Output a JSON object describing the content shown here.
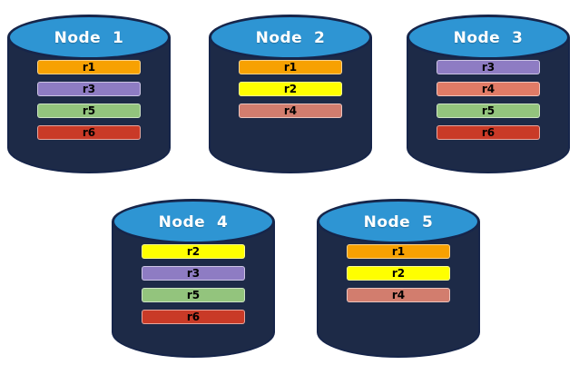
{
  "diagram": {
    "background": "#ffffff",
    "node_shape": "database-cylinder",
    "colors": {
      "cylinder_body": "#1D2A47",
      "cylinder_top": "#2E95D3",
      "cylinder_outline": "#16254A",
      "title_text": "#ffffff",
      "record_text": "#000000",
      "record_r1_orange": "#F7A102",
      "record_r2_yellow": "#FFFF00",
      "record_r3_purple": "#8E7CC3",
      "record_r4_salmon": "#D27D6E",
      "record_r5_green": "#93C47D",
      "record_r6_red": "#C93A27"
    },
    "nodes": [
      {
        "label": "Node  1",
        "records": [
          {
            "label": "r1",
            "color": "#F7A102"
          },
          {
            "label": "r3",
            "color": "#8E7CC3"
          },
          {
            "label": "r5",
            "color": "#93C47D"
          },
          {
            "label": "r6",
            "color": "#C93A27"
          }
        ]
      },
      {
        "label": "Node  2",
        "records": [
          {
            "label": "r1",
            "color": "#F7A102"
          },
          {
            "label": "r2",
            "color": "#FFFF00"
          },
          {
            "label": "r4",
            "color": "#D27D6E"
          }
        ]
      },
      {
        "label": "Node  3",
        "records": [
          {
            "label": "r3",
            "color": "#8E7CC3"
          },
          {
            "label": "r4",
            "color": "#E07B66"
          },
          {
            "label": "r5",
            "color": "#93C47D"
          },
          {
            "label": "r6",
            "color": "#C93A27"
          }
        ]
      },
      {
        "label": "Node  4",
        "records": [
          {
            "label": "r2",
            "color": "#FFFF00"
          },
          {
            "label": "r3",
            "color": "#8E7CC3"
          },
          {
            "label": "r5",
            "color": "#93C47D"
          },
          {
            "label": "r6",
            "color": "#C93A27"
          }
        ]
      },
      {
        "label": "Node  5",
        "records": [
          {
            "label": "r1",
            "color": "#F7A102"
          },
          {
            "label": "r2",
            "color": "#FFFF00"
          },
          {
            "label": "r4",
            "color": "#D27D6E"
          }
        ]
      }
    ]
  }
}
